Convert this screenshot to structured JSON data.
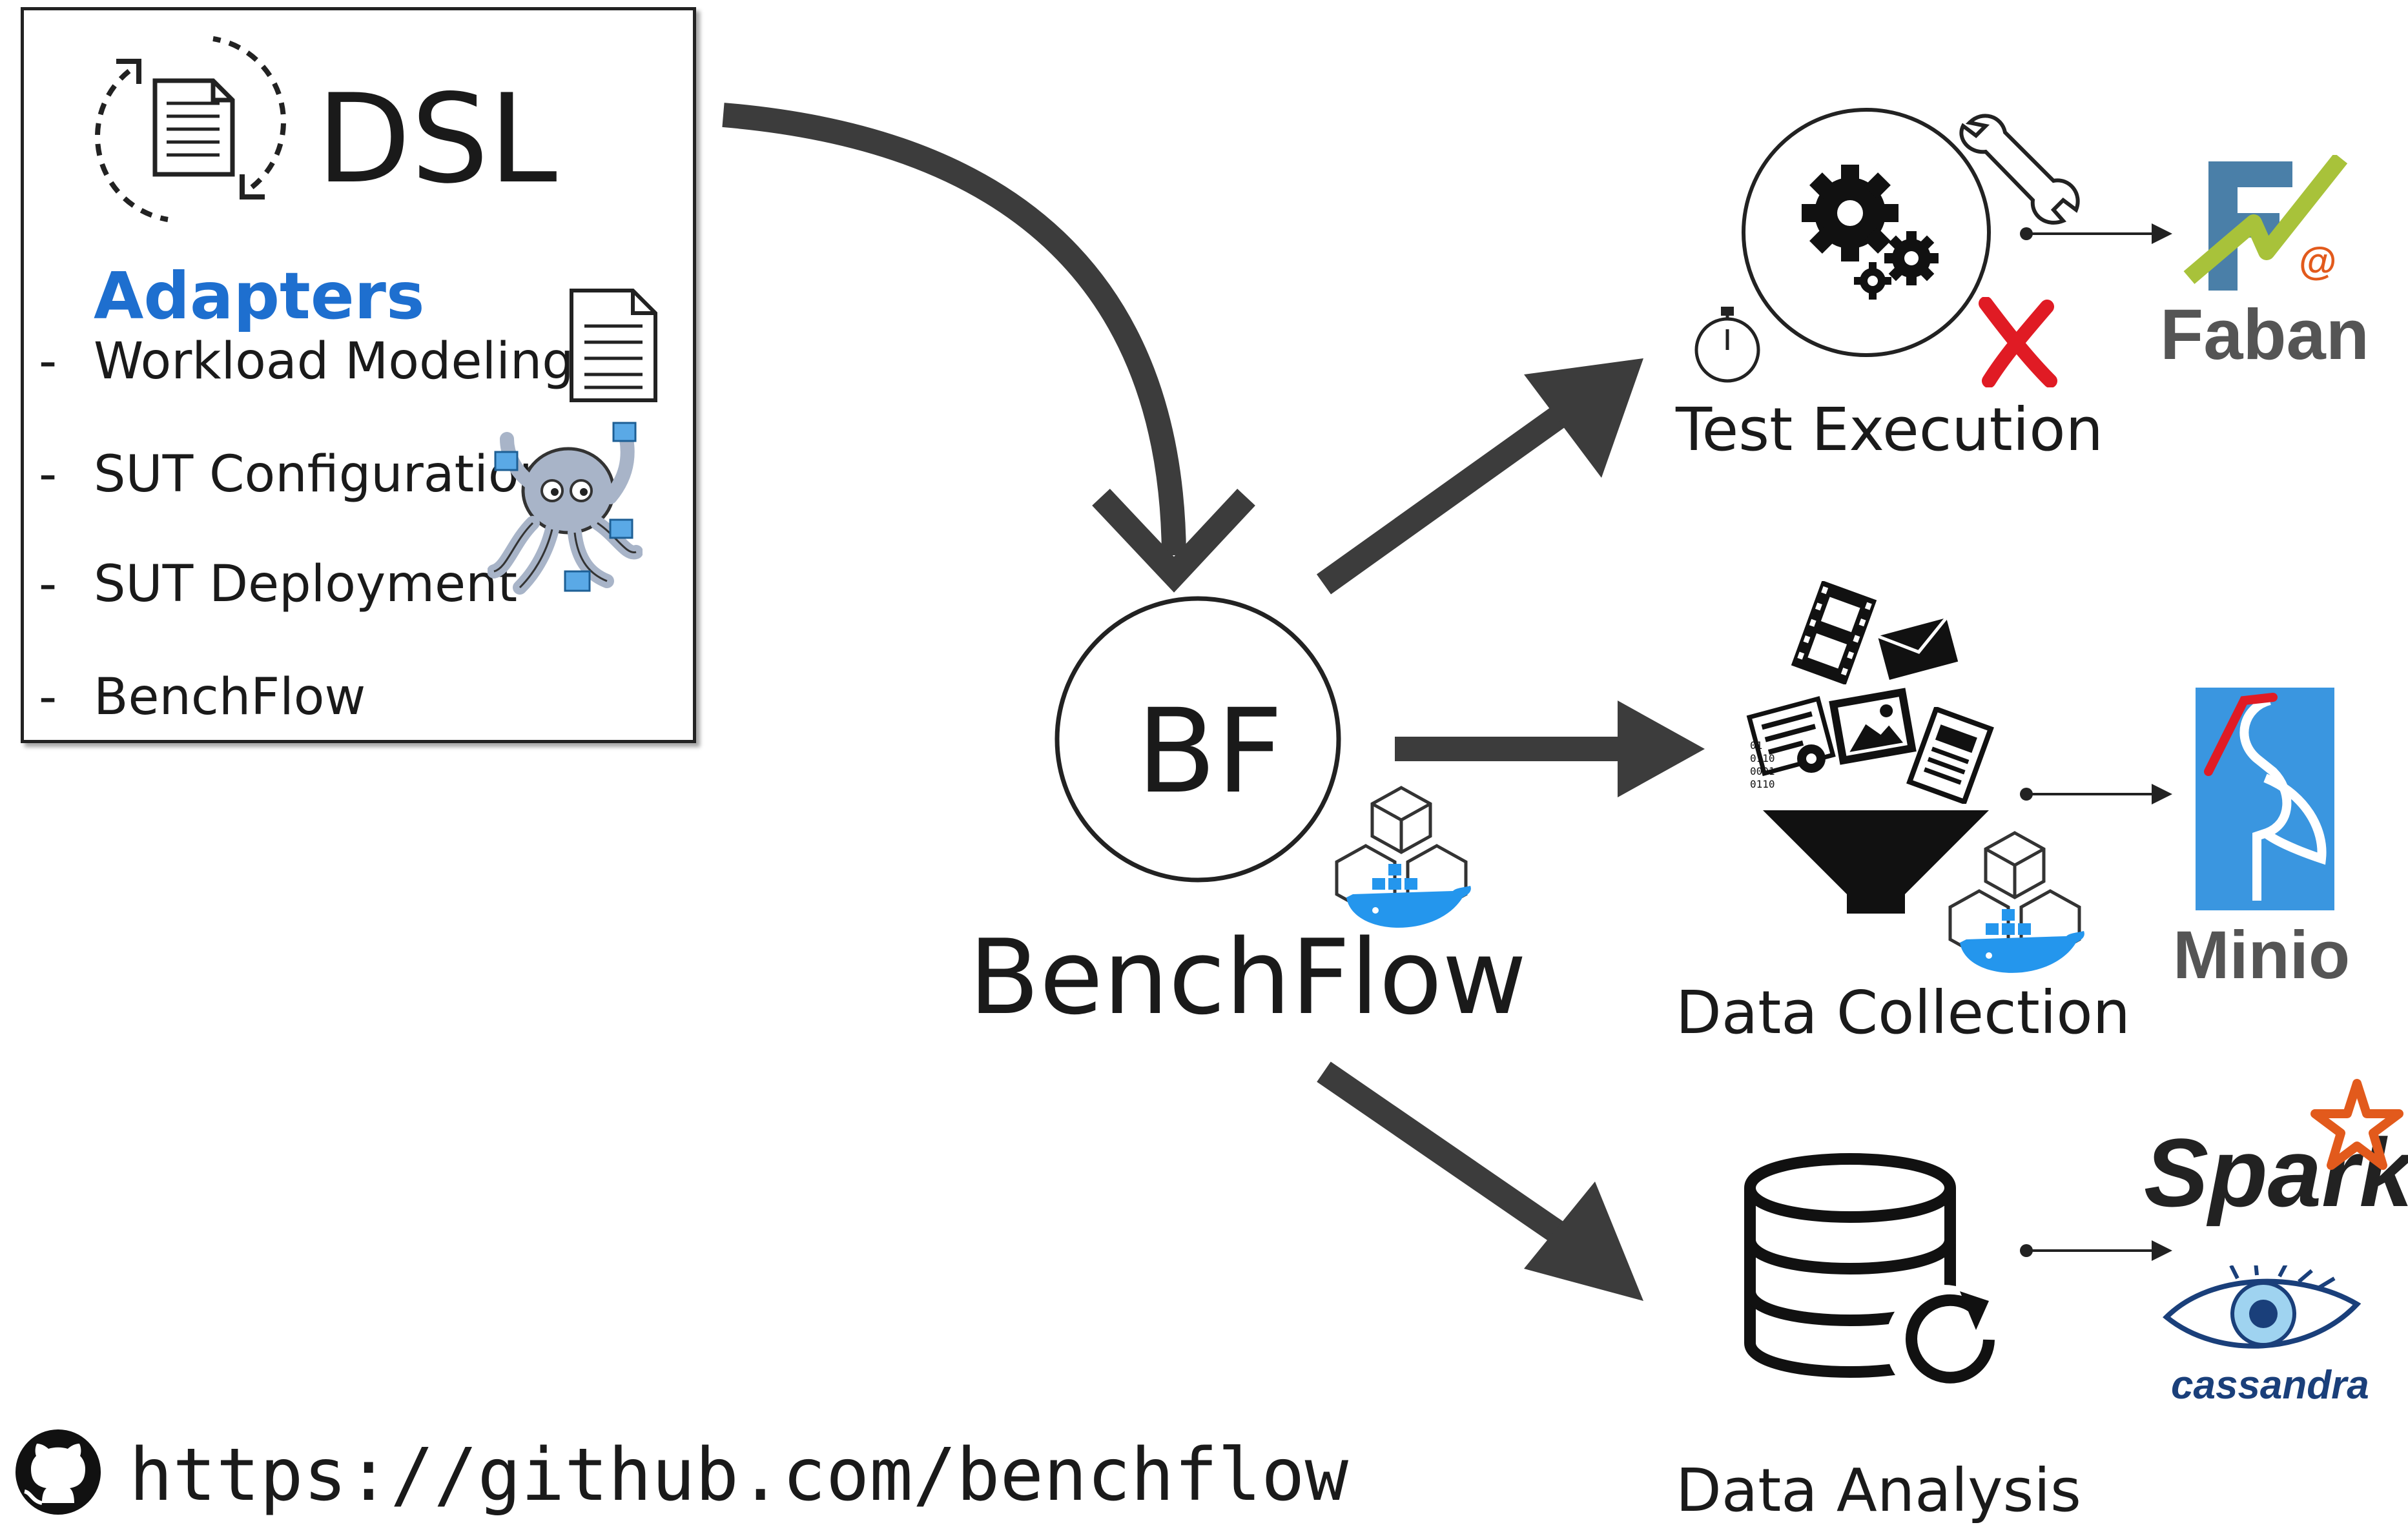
{
  "dsl": {
    "title": "DSL",
    "adapters_title": "Adapters",
    "items": [
      "Workload  Modeling",
      "SUT Configuration",
      "SUT Deployment",
      "BenchFlow"
    ]
  },
  "core": {
    "abbrev": "BF",
    "name": "BenchFlow"
  },
  "stages": {
    "test_execution": "Test Execution",
    "data_collection": "Data Collection",
    "data_analysis": "Data Analysis"
  },
  "tools": {
    "faban": "Faban",
    "minio": "Minio",
    "spark": "Spark",
    "cassandra": "cassandra"
  },
  "footer": {
    "url": "https://github.com/benchflow"
  },
  "colors": {
    "arrow": "#3c3c3c",
    "adapters_blue": "#1e6fcf",
    "minio_bg": "#3a96e0",
    "faban_blue": "#4a7fa8",
    "faban_green": "#a8c23a",
    "spark_orange": "#e25a1c",
    "docker_blue": "#2496ed",
    "error_red": "#e01b24"
  },
  "icons": [
    "document-cycle-icon",
    "document-icon",
    "octopus-icon",
    "docker-icon",
    "gears-icon",
    "wrench-icon",
    "stopwatch-icon",
    "error-x-icon",
    "funnel-icon",
    "film-icon",
    "mail-icon",
    "image-icon",
    "newspaper-icon",
    "database-icon",
    "refresh-icon",
    "github-icon"
  ]
}
